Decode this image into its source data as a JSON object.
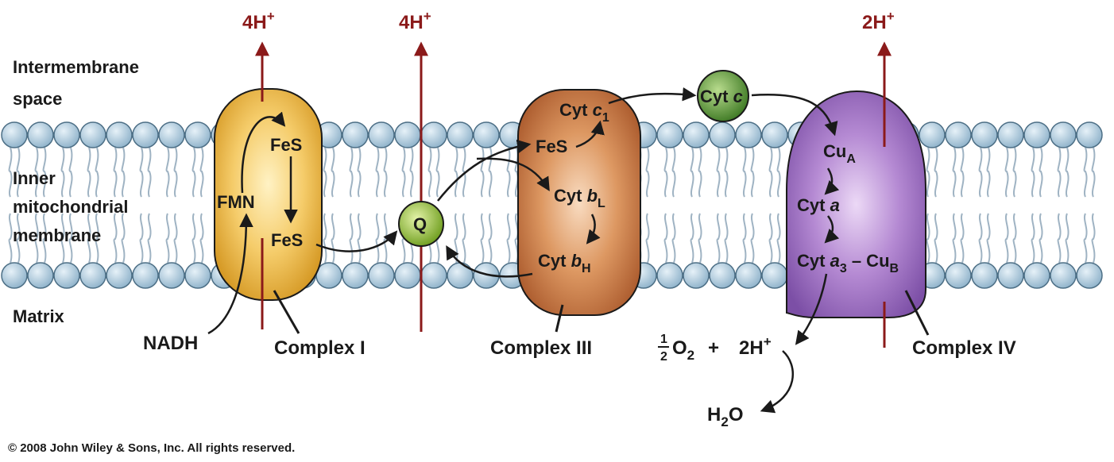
{
  "regions": {
    "intermembrane": "Intermembrane space",
    "inner_line1": "Inner",
    "inner_line2": "mitochondrial",
    "inner_line3": "membrane",
    "matrix": "Matrix"
  },
  "protons": {
    "complex1": {
      "coef": "4H",
      "sup": "+"
    },
    "q_cycle": {
      "coef": "4H",
      "sup": "+"
    },
    "complex4": {
      "coef": "2H",
      "sup": "+"
    }
  },
  "complexes": {
    "c1": {
      "name": "Complex I",
      "color": "#f1c04f"
    },
    "c3": {
      "name": "Complex III",
      "color": "#cf7f45"
    },
    "c4": {
      "name": "Complex IV",
      "color": "#a77bc6"
    }
  },
  "cofactors": {
    "fmn": "FMN",
    "fes1": "FeS",
    "fes2": "FeS",
    "q": "Q",
    "fes3": "FeS",
    "cyt_c1": {
      "base": "Cyt ",
      "ital": "c",
      "sub": "1"
    },
    "cyt_bl": {
      "base": "Cyt ",
      "ital": "b",
      "sub": "L"
    },
    "cyt_bh": {
      "base": "Cyt ",
      "ital": "b",
      "sub": "H"
    },
    "cyt_c": {
      "base": "Cyt ",
      "ital": "c"
    },
    "cua": {
      "base": "Cu",
      "sub": "A"
    },
    "cyt_a": {
      "base": "Cyt ",
      "ital": "a"
    },
    "cyt_a3": {
      "base": "Cyt ",
      "ital": "a",
      "sub": "3",
      "rest": " – Cu",
      "sub2": "B"
    }
  },
  "substrates": {
    "nadh": "NADH",
    "oxygen": {
      "num": "1",
      "den": "2",
      "mol": "O",
      "sub": "2",
      "plus": "+",
      "h": "2H",
      "sup": "+"
    },
    "water": {
      "h": "H",
      "sub": "2",
      "o": "O"
    }
  },
  "colors": {
    "lipid_head": "#a9c7db",
    "lipid_stroke": "#4d6f86",
    "tail": "#9fb3c3",
    "proton_arrow": "#8b1a1a",
    "q": "#9ccb3c",
    "cyt_c": "#5f9a3a"
  },
  "copyright": "© 2008 John Wiley & Sons, Inc. All rights reserved."
}
